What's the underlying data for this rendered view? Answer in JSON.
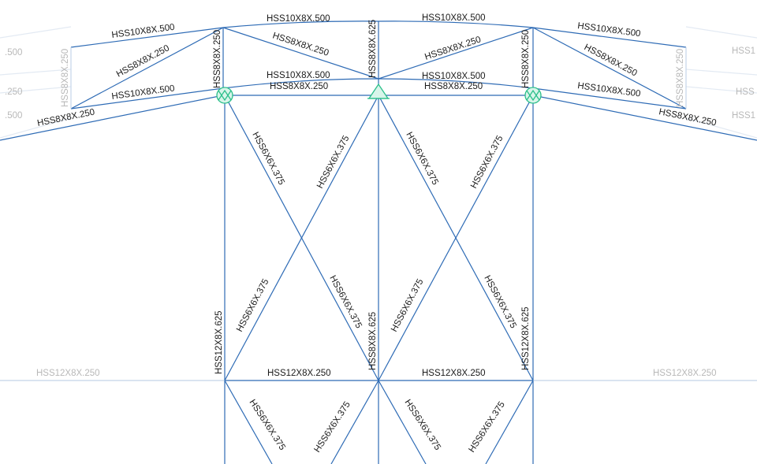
{
  "colors": {
    "member": "#2e6bb5",
    "support": "#2bbf8a",
    "label": "#1a1a1a",
    "faint_label": "#b8b8b8"
  },
  "labels": {
    "top_chord_left": "HSS10X8X.500",
    "top_chord_mid_left": "HSS10X8X.500",
    "top_chord_mid_right": "HSS10X8X.500",
    "top_chord_right": "HSS10X8X.500",
    "bottom_chord_left": "HSS10X8X.500",
    "bottom_chord_mid_left": "HSS10X8X.500",
    "bottom_chord_mid_right": "HSS10X8X.500",
    "bottom_chord_right": "HSS10X8X.500",
    "tie_left": "HSS8X8X.250",
    "tie_mid_left": "HSS8X8X.250",
    "tie_mid_right": "HSS8X8X.250",
    "tie_right": "HSS8X8X.250",
    "web_diag_left": "HSS8X8X.250",
    "web_diag_mid_left": "HSS8X8X.250",
    "web_diag_mid_right": "HSS8X8X.250",
    "web_diag_right": "HSS8X8X.250",
    "post_far_left": "HSS8X8X.250",
    "post_left": "HSS8X8X.250",
    "post_center": "HSS8X8X.625",
    "post_right": "HSS8X8X.250",
    "post_far_right": "HSS8X8X.250",
    "col_left": "HSS12X8X.625",
    "col_center": "HSS8X8X.625",
    "col_right": "HSS12X8X.625",
    "beam_left_faint": "HSS12X8X.250",
    "beam_mid_left": "HSS12X8X.250",
    "beam_mid_right": "HSS12X8X.250",
    "beam_right_faint": "HSS12X8X.250",
    "brace_a1": "HSS6X6X.375",
    "brace_a2": "HSS6X6X.375",
    "brace_a3": "HSS6X6X.375",
    "brace_a4": "HSS6X6X.375",
    "brace_b1": "HSS6X6X.375",
    "brace_b2": "HSS6X6X.375",
    "brace_b3": "HSS6X6X.375",
    "brace_b4": "HSS6X6X.375",
    "brace_c1": "HSS6X6X.375",
    "brace_c2": "HSS6X6X.375",
    "brace_c3": "HSS6X6X.375",
    "brace_c4": "HSS6X6X.375",
    "cut_left_1": ".500",
    "cut_left_2": ".250",
    "cut_left_3": ".500",
    "cut_right_1": "HSS1",
    "cut_right_2": "HSS",
    "cut_right_3": "HSS1"
  }
}
